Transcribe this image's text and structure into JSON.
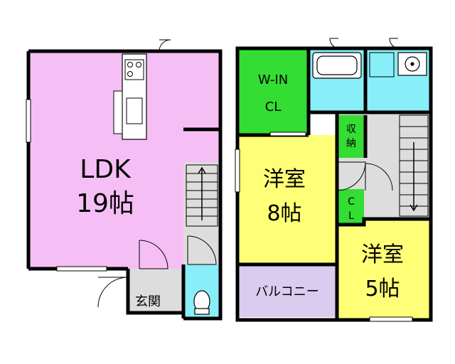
{
  "rooms": {
    "ldk": {
      "name": "LDK",
      "size": "19帖",
      "color": "#f5bff5"
    },
    "w_in_cl": {
      "line1": "W-IN",
      "line2": "CL",
      "color": "#33dd33"
    },
    "western_8": {
      "name": "洋室",
      "size": "8帖",
      "color": "#ffff77"
    },
    "western_5": {
      "name": "洋室",
      "size": "5帖",
      "color": "#ffff77"
    },
    "balcony": {
      "name": "バルコニー",
      "color": "#d9ccee"
    },
    "entrance": {
      "name": "玄関",
      "color": "#dddddd"
    },
    "storage": {
      "chars": [
        "収",
        "納"
      ],
      "color": "#33dd33"
    },
    "cl_small": {
      "chars": [
        "C",
        "L"
      ],
      "color": "#33dd33"
    },
    "wet_color": "#88eef7",
    "hall_color": "#dddddd"
  }
}
